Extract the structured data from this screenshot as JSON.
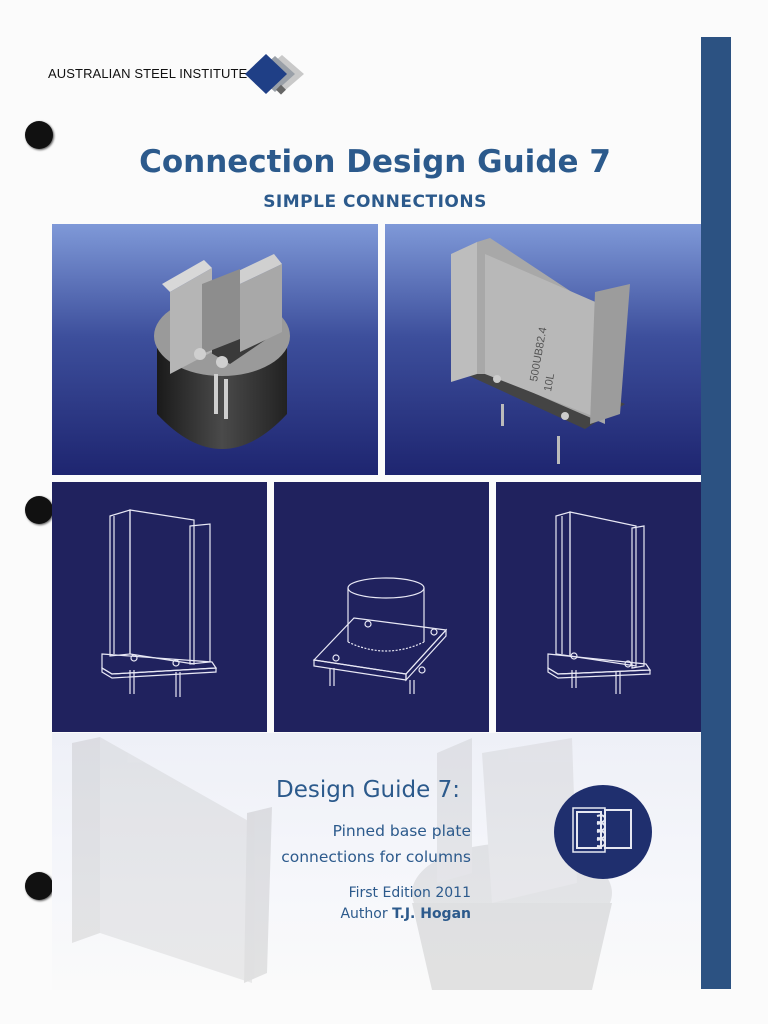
{
  "header": {
    "organization": "AUSTRALIAN STEEL INSTITUTE",
    "title": "Connection Design Guide 7",
    "subtitle": "SIMPLE CONNECTIONS"
  },
  "panels": {
    "stamp_text_1": "500UB82.4",
    "stamp_text_2": "10L"
  },
  "guide": {
    "heading": "Design Guide 7:",
    "topic_line_1": "Pinned base plate",
    "topic_line_2": "connections for columns",
    "edition": "First Edition 2011",
    "author_label": "Author",
    "author_name": "T.J. Hogan"
  },
  "colors": {
    "brand_blue": "#2c5a8c",
    "side_bar": "#2c5282",
    "drawing_bg": "#20225e"
  },
  "icons": [
    "asi-diamond-logo",
    "book-binder-icon"
  ]
}
